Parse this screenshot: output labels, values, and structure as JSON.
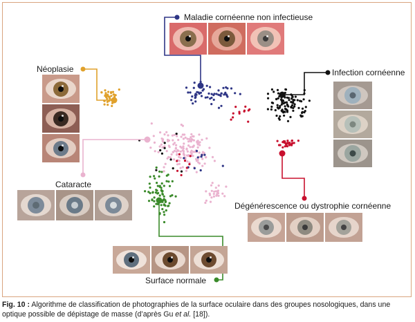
{
  "figure": {
    "clusters": [
      {
        "id": "maladie",
        "label": "Maladie cornéenne non infectieuse",
        "color": "#2e3585"
      },
      {
        "id": "infection",
        "label": "Infection cornéenne",
        "color": "#111111"
      },
      {
        "id": "neoplasie",
        "label": "Néoplasie",
        "color": "#e0a12b"
      },
      {
        "id": "cataracte",
        "label": "Cataracte",
        "color": "#eab3cf"
      },
      {
        "id": "degenerescence",
        "label": "Dégénérescence ou dystrophie cornéenne",
        "color": "#c8102e"
      },
      {
        "id": "normale",
        "label": "Surface normale",
        "color": "#3a8a2a"
      }
    ],
    "caption": {
      "prefix": "Fig. 10 :",
      "text": " Algorithme de classification de photographies de la surface oculaire dans des groupes nosologiques, dans une optique possible de dépistage de masse (d’après Gu ",
      "italic": "et al.",
      "suffix": " [18])."
    },
    "frame_color": "#d9a47e"
  }
}
